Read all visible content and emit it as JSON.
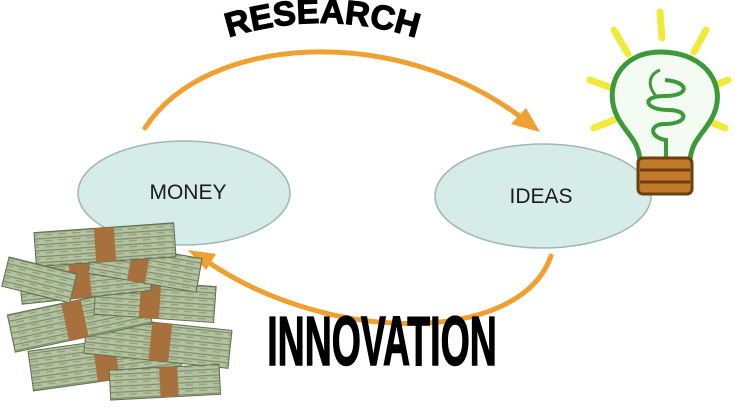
{
  "nodes": {
    "money": "MONEY",
    "ideas": "IDEAS"
  },
  "labels": {
    "top": "RESEARCH",
    "bottom": "INNOVATION"
  },
  "colors": {
    "arrow": "#f0a030",
    "ellipse_fill": "#d6ece8",
    "ellipse_stroke": "#9fb8b3",
    "bill_green": "#a8b894",
    "bill_dark": "#5e6e4e",
    "band": "#a8703c",
    "bulb_green": "#3c9a3a",
    "bulb_base": "#c27a2a",
    "rays": "#f2ea3a"
  },
  "icons": {
    "money": "cash-stack-icon",
    "idea": "light-bulb-icon"
  }
}
